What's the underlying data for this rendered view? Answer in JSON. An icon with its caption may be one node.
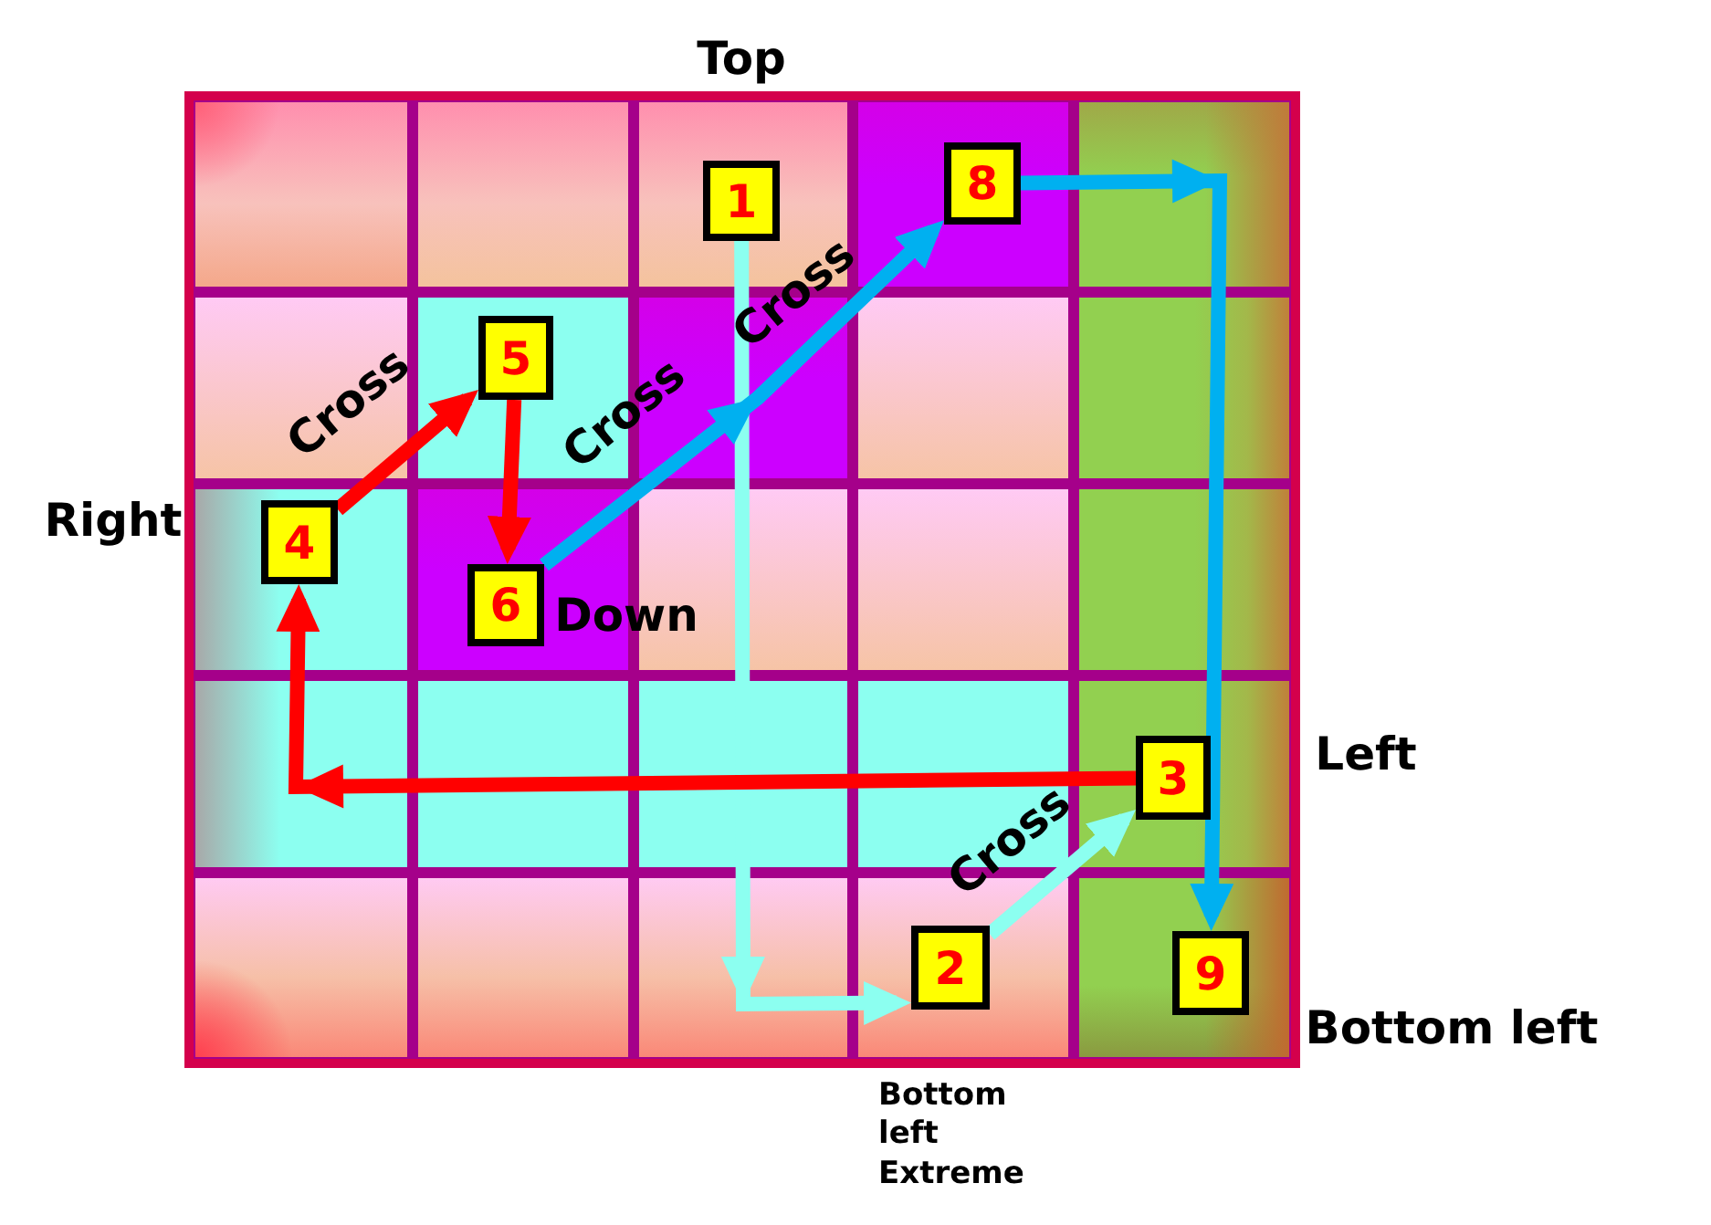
{
  "diagram": {
    "nodes": [
      {
        "text": [
          "1"
        ],
        "beside": [
          "Top"
        ]
      },
      {
        "text": [
          "8"
        ]
      },
      {
        "text": [
          "5"
        ]
      },
      {
        "text": [
          "4"
        ],
        "beside": [
          "Right"
        ]
      },
      {
        "text": [
          "6"
        ],
        "beside": [
          "Down"
        ]
      },
      {
        "text": [
          "3"
        ],
        "beside": [
          "Left"
        ]
      },
      {
        "text": [
          "2"
        ],
        "beside": [
          "Bottom left Extreme"
        ]
      },
      {
        "text": [
          "9"
        ],
        "beside": [
          "Bottom left"
        ]
      }
    ],
    "edges": [
      {
        "from": 0,
        "to": 6,
        "arrow": "to",
        "color": "#8cfff0"
      },
      {
        "from": 6,
        "to": 5,
        "arrow": "to",
        "label": "Cross",
        "color": "#8cfff0"
      },
      {
        "from": 5,
        "to": 3,
        "arrow": "to"
      },
      {
        "from": 3,
        "to": 2,
        "arrow": "to",
        "label": "Cross"
      },
      {
        "from": 2,
        "to": 4,
        "arrow": "to"
      },
      {
        "from": 4,
        "to": 1,
        "arrow": "to",
        "label": "Cross",
        "color": "#00b0f0"
      },
      {
        "from": 1,
        "to": 7,
        "arrow": "to",
        "color": "#00b0f0"
      }
    ],
    "labels": [
      "Cross"
    ]
  }
}
